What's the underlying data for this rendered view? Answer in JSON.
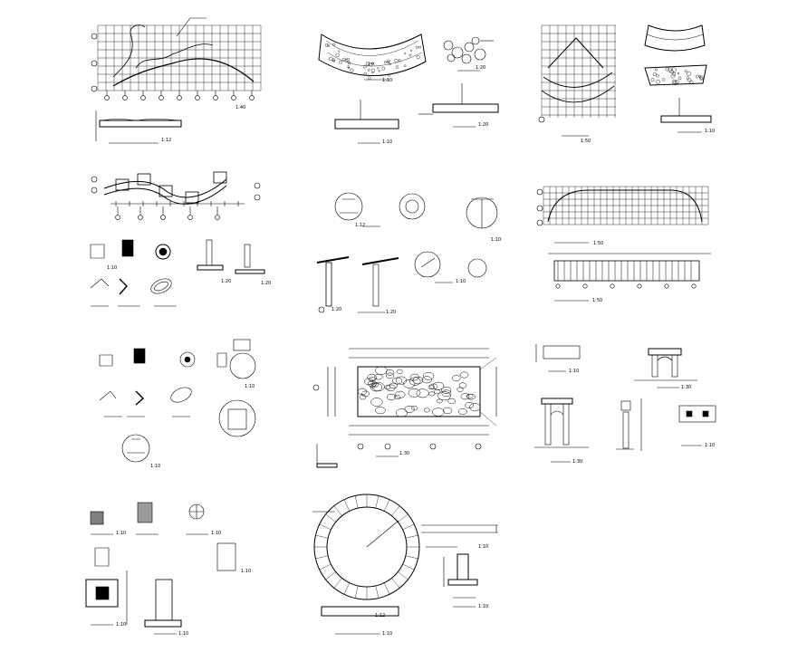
{
  "sheet": {
    "panels": [
      {
        "id": "p1",
        "title": "",
        "scale": "1:40"
      },
      {
        "id": "p2",
        "title": "",
        "scale": "1:12"
      },
      {
        "id": "p3",
        "title": "",
        "scale": "1:20"
      },
      {
        "id": "p4",
        "title": "",
        "scale": "1:20"
      }
    ],
    "scales": {
      "s10": "1:10",
      "s12": "1:12",
      "s20": "1:20",
      "s30": "1:30",
      "s40": "1:40",
      "s50": "1:50"
    },
    "colors": {
      "line": "#000000",
      "background": "#ffffff"
    }
  }
}
